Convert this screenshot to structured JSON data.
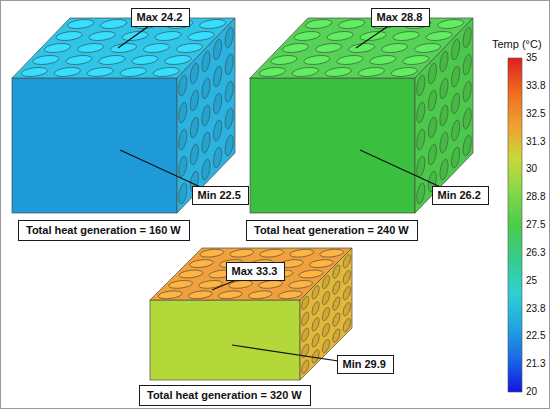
{
  "diagram": {
    "nodes": [
      {
        "text": [
          "Max 24.2"
        ]
      },
      {
        "text": [
          "Min 22.5"
        ]
      },
      {
        "text": [
          "Total heat generation = 160 W"
        ]
      },
      {
        "text": [
          "Max 28.8"
        ]
      },
      {
        "text": [
          "Min 26.2"
        ]
      },
      {
        "text": [
          "Total heat generation = 240 W"
        ]
      },
      {
        "text": [
          "Max 33.3"
        ]
      },
      {
        "text": [
          "Min 29.9"
        ]
      },
      {
        "text": [
          "Total heat generation = 320 W"
        ]
      }
    ],
    "labels": [
      "Temp (°C)",
      "35",
      "33.8",
      "32.5",
      "31.3",
      "30",
      "28.8",
      "27.5",
      "26.3",
      "25",
      "23.8",
      "22.5",
      "21.3",
      "20"
    ]
  }
}
